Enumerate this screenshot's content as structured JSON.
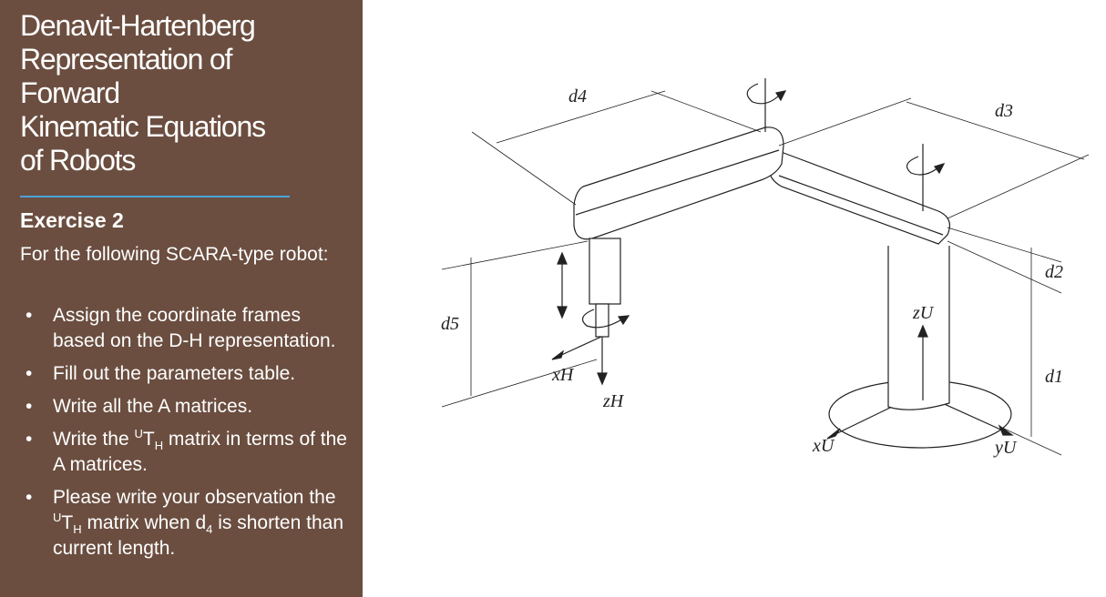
{
  "sidebar": {
    "title": "Denavit-Hartenberg\nRepresentation of\nForward\nKinematic Equations\nof Robots",
    "exercise_heading": "Exercise 2",
    "intro": "For the following SCARA-type robot:",
    "bullets": {
      "b1": "Assign the coordinate frames based on the D-H representation.",
      "b2": "Fill out the parameters table.",
      "b3": "Write all the A matrices.",
      "b4_a": "Write the ",
      "b4_sup": "U",
      "b4_t": "T",
      "b4_sub": "H",
      "b4_b": " matrix in terms of the A matrices.",
      "b5_a": "Please write your observation the ",
      "b5_sup": "U",
      "b5_t": "T",
      "b5_sub": "H",
      "b5_b": " matrix when d",
      "b5_sub2": "4",
      "b5_c": " is shorten than current length."
    },
    "bullet_char": "•"
  },
  "figure": {
    "labels": {
      "d4": "d4",
      "d3": "d3",
      "d2": "d2",
      "d1": "d1",
      "d5": "d5",
      "zU": "zU",
      "xU": "xU",
      "yU": "yU",
      "xH": "xH",
      "zH": "zH"
    }
  },
  "colors": {
    "sidebar": "#6b4e40",
    "divider": "#4aa3d8",
    "text": "#ffffff"
  }
}
